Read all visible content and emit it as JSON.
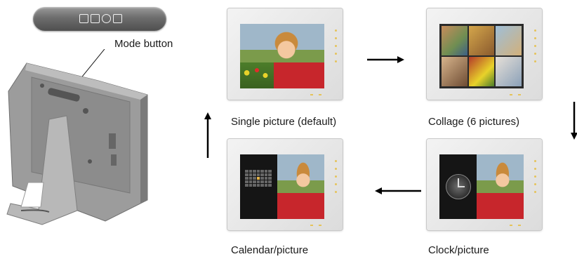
{
  "labels": {
    "mode_button": "Mode button",
    "single": "Single picture (default)",
    "collage": "Collage (6 pictures)",
    "clock": "Clock/picture",
    "calendar": "Calendar/picture"
  },
  "icons": [
    "picture-icon",
    "collage-icon",
    "clock-icon",
    "calendar-icon"
  ],
  "colors": {
    "led": "#e5c35a",
    "pill": "#6d6d6d"
  }
}
